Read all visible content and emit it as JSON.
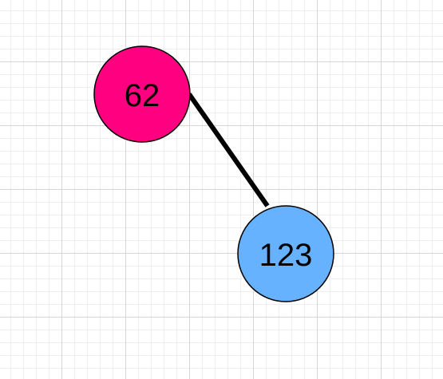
{
  "nodes": [
    {
      "id": "node-62",
      "label": "62",
      "color": "#ff0080"
    },
    {
      "id": "node-123",
      "label": "123",
      "color": "#66b2ff"
    }
  ],
  "edges": [
    {
      "from": "62",
      "to": "123"
    }
  ],
  "style": {
    "node_stroke": "#000000",
    "edge_color": "#000000",
    "grid_minor_color": "#efefef",
    "grid_major_color": "#d6d6d6"
  }
}
